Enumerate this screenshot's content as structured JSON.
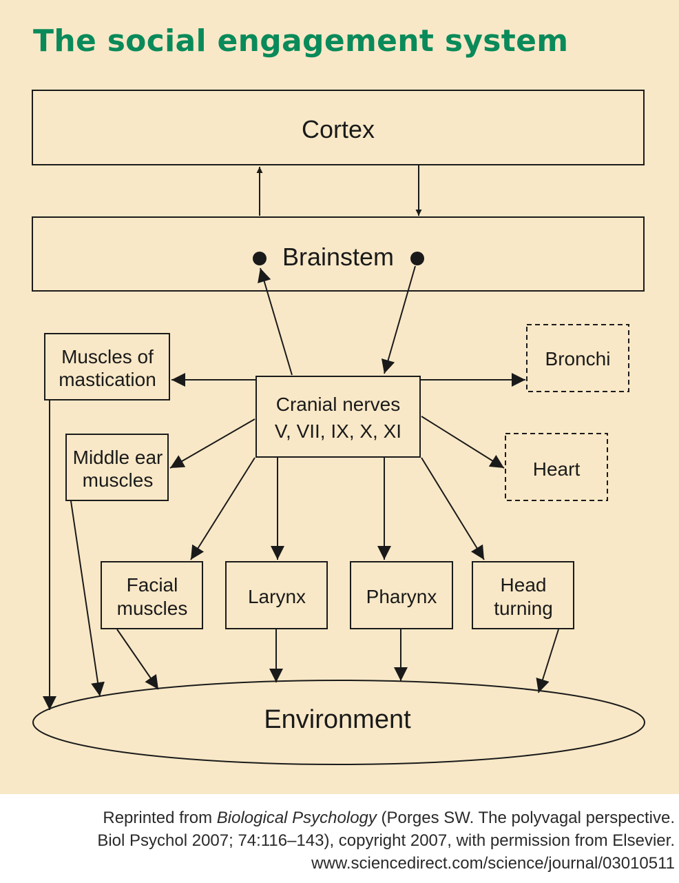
{
  "title": "The social engagement system",
  "nodes": {
    "cortex": "Cortex",
    "brainstem": "Brainstem",
    "cranial_nerves": [
      "Cranial nerves",
      "V, VII, IX, X, XI"
    ],
    "muscles_of_mastication": [
      "Muscles of",
      "mastication"
    ],
    "middle_ear_muscles": [
      "Middle ear",
      "muscles"
    ],
    "bronchi": "Bronchi",
    "heart": "Heart",
    "facial_muscles": [
      "Facial",
      "muscles"
    ],
    "larynx": "Larynx",
    "pharynx": "Pharynx",
    "head_turning": [
      "Head",
      "turning"
    ],
    "environment": "Environment"
  },
  "credit": {
    "line1_prefix": "Reprinted from ",
    "line1_journal": "Biological Psychology",
    "line1_suffix": " (Porges SW. The polyvagal perspective.",
    "line2": "Biol Psychol 2007; 74:116–143), copyright 2007, with permission from Elsevier.",
    "line3": "www.sciencedirect.com/science/journal/03010511"
  },
  "colors": {
    "title": "#0a8a5a",
    "panel_background": "#f8e8c7",
    "lines": "#1a1a1a"
  }
}
